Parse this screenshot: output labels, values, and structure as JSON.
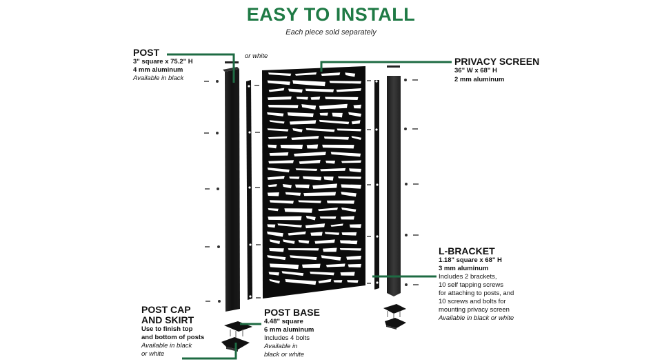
{
  "header": {
    "title": "EASY TO INSTALL",
    "subtitle": "Each piece sold separately"
  },
  "colors": {
    "accent_green": "#1f7a45",
    "connector_green": "#1e6b43",
    "metal_black": "#111111"
  },
  "parts": {
    "post": {
      "title": "POST",
      "lines": [
        "3\" square x 75.2\" H",
        "4 mm aluminum"
      ],
      "availability": "Available in black",
      "availability_cont": "or white"
    },
    "privacy_screen": {
      "title": "PRIVACY SCREEN",
      "lines": [
        "36\" W x 68\" H",
        "2 mm aluminum"
      ]
    },
    "l_bracket": {
      "title": "L-BRACKET",
      "lines": [
        "1.18\" square x 68\" H",
        "3 mm aluminum"
      ],
      "notes": [
        "Includes 2 brackets,",
        "10 self tapping screws",
        "for attaching to posts, and",
        "10 screws and bolts for",
        "mounting privacy screen"
      ],
      "availability": "Available in black or white"
    },
    "post_cap_skirt": {
      "title_lines": [
        "POST CAP",
        "AND SKIRT"
      ],
      "lines": [
        "Use to finish top",
        "and bottom of posts"
      ],
      "availability": [
        "Available in black",
        "or white"
      ]
    },
    "post_base": {
      "title": "POST BASE",
      "lines": [
        "4.48\" square",
        "6 mm aluminum"
      ],
      "notes": [
        "Includes 4 bolts"
      ],
      "availability": [
        "Available in",
        "black or white"
      ]
    }
  }
}
